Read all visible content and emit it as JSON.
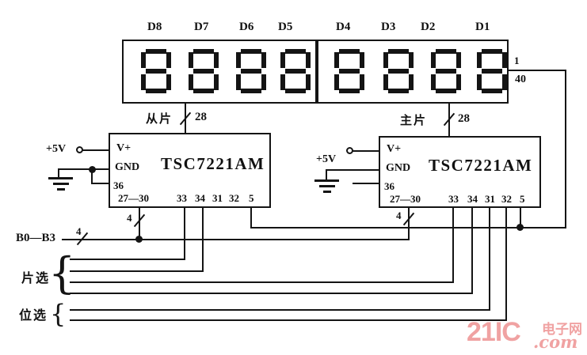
{
  "diagram": {
    "display": {
      "digit_labels": [
        "D8",
        "D7",
        "D6",
        "D5",
        "D4",
        "D3",
        "D2",
        "D1"
      ],
      "pin_top_label": "1",
      "pin_bottom_label": "40"
    },
    "left_chip": {
      "part_number": "TSC7221AM",
      "role_label": "从片",
      "display_bus_label": "28",
      "supply_label": "+5V",
      "bus_width_label": "4",
      "pin_labels": {
        "vplus": "V+",
        "gnd": "GND",
        "p36": "36",
        "p27_30": "27—30",
        "bottom_pins": [
          "33",
          "34",
          "31",
          "32",
          "5"
        ]
      }
    },
    "right_chip": {
      "part_number": "TSC7221AM",
      "role_label": "主片",
      "display_bus_label": "28",
      "supply_label": "+5V",
      "bus_width_label": "4",
      "pin_labels": {
        "vplus": "V+",
        "gnd": "GND",
        "p36": "36",
        "p27_30": "27—30",
        "bottom_pins": [
          "33",
          "34",
          "31",
          "32",
          "5"
        ]
      }
    },
    "bus": {
      "label": "B0—B3",
      "width_label": "4"
    },
    "signal_groups": {
      "chip_select": "片选",
      "digit_select": "位选",
      "brace_glyph": "{"
    }
  },
  "watermark": {
    "brand": "21IC",
    "tld": ".com",
    "site_name": "电子网",
    "color": "#f0a2a2"
  }
}
